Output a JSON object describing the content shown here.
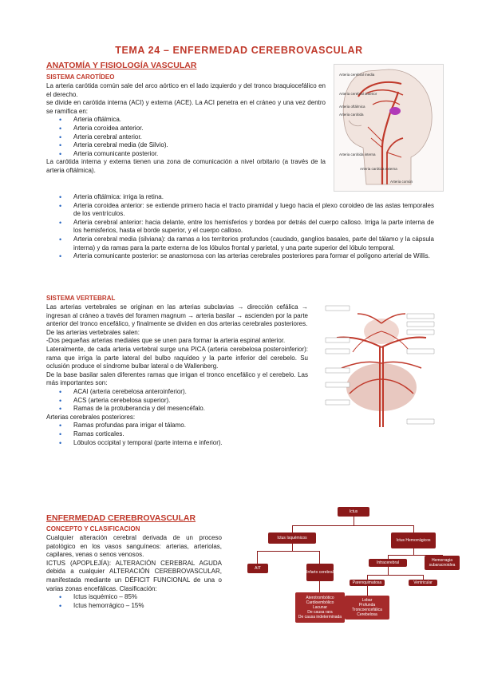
{
  "title": "TEMA 24 – ENFERMEDAD CEREBROVASCULAR",
  "anatomy": {
    "heading": "ANATOMÍA Y FISIOLOGÍA VASCULAR",
    "carotid": {
      "subheading": "SISTEMA CAROTÍDEO",
      "p1": "La arteria carótida común sale del arco aórtico en el lado izquierdo y del tronco braquiocefálico en el derecho.",
      "p2": "se divide en carótida interna (ACI) y externa (ACE). La ACI penetra en el cráneo y una vez dentro se ramifica en:",
      "branches": [
        "Arteria oftálmica.",
        "Arteria coroidea anterior.",
        "Arteria cerebral anterior.",
        "Arteria cerebral media (de Silvio).",
        "Arteria comunicante posterior."
      ],
      "p3": "La carótida interna y externa tienen una zona de comunicación a nivel orbitario (a través de la arteria oftálmica).",
      "details": [
        "Arteria oftálmica: irriga la retina.",
        "Arteria coroidea anterior: se extiende primero hacia el tracto piramidal y luego hacia el plexo coroideo de las astas temporales de los ventrículos.",
        "Arteria cerebral anterior: hacia delante, entre los hemisferios y bordea por detrás del cuerpo calloso. Irriga la parte interna de los hemisferios, hasta el borde superior, y el cuerpo calloso.",
        "Arteria cerebral media (silviana): da ramas a los territorios profundos (caudado, ganglios basales, parte del tálamo y la cápsula interna) y da ramas para la parte externa de los lóbulos frontal y parietal, y una parte superior del lóbulo temporal.",
        "Arteria comunicante posterior: se anastomosa con las arterias cerebrales posteriores para formar el polígono arterial de Willis."
      ],
      "figure_labels": [
        "Arteria cerebral media",
        "Arteria cerebral anterior",
        "Arteria oftálmica",
        "Arteria carótida interna",
        "Arteria carótida externa",
        "Arteria carótida",
        "Arteria común"
      ]
    },
    "vertebral": {
      "subheading": "SISTEMA VERTEBRAL",
      "p1": "Las arterias vertebrales se originan en las arterias subclavias → dirección cefálica → ingresan al cráneo a través del foramen magnum → arteria basilar → ascienden por la parte anterior del tronco encefálico, y finalmente se dividen en dos arterias cerebrales posteriores.",
      "p2": "De las arterias vertebrales salen:",
      "p3": "-Dos pequeñas arterias mediales que se unen para formar la arteria espinal anterior.",
      "p4": "Lateralmente, de cada arteria vertebral surge una PICA (arteria cerebelosa posteroinferior): rama que irriga la parte lateral del bulbo raquídeo y la parte inferior del cerebelo. Su oclusión produce el síndrome bulbar lateral o de Wallenberg.",
      "p5": "De la base basilar salen diferentes ramas que irrigan el tronco encefálico y el cerebelo. Las más importantes son:",
      "basilar": [
        "ACAI (arteria cerebelosa anteroinferior).",
        "ACS (arteria cerebelosa superior).",
        "Ramas de la protuberancia y del mesencéfalo."
      ],
      "p6": "Arterias cerebrales posteriores:",
      "posterior": [
        "Ramas profundas para irrigar el tálamo.",
        "Ramas corticales.",
        "Lóbulos occipital y temporal (parte interna e inferior)."
      ]
    }
  },
  "disease": {
    "heading": "ENFERMEDAD CEREBROVASCULAR",
    "subheading": "CONCEPTO Y CLASIFICACION",
    "p1": "Cualquier alteración cerebral derivada de un proceso patológico en los vasos sanguíneos: arterias, arteriolas, capilares, venas o senos venosos.",
    "p2": "ICTUS (APOPLEJÍA): ALTERACIÓN CEREBRAL AGUDA debida a cualquier ALTERACIÓN CEREBROVASCULAR, manifestada mediante un DÉFICIT FUNCIONAL de una o varias zonas encefálicas. Clasificación:",
    "types": [
      "Ictus isquémico – 85%",
      "Ictus hemorrágico – 15%"
    ]
  },
  "diagram": {
    "root": "Ictus",
    "isq": "Ictus Isquémicos",
    "hem": "Ictus Hemorrágicos",
    "ait": "AIT",
    "infarto": "Infarto cerebral",
    "causes": "Aterotrombótico\nCardioembólico\nLacunar\nDe causa rara\nDe causa indeterminada",
    "intra": "Intracerebral",
    "subar": "Hemorragia subaracnoidea",
    "parenq": "Parenquimatosa",
    "ventr": "Ventricular",
    "loc": "Lobar\nProfunda\nTroncoencefálica\nCerebelosa"
  },
  "colors": {
    "accent": "#c0392b",
    "bullet": "#1f5fbf",
    "box": "#8b1a1a"
  }
}
